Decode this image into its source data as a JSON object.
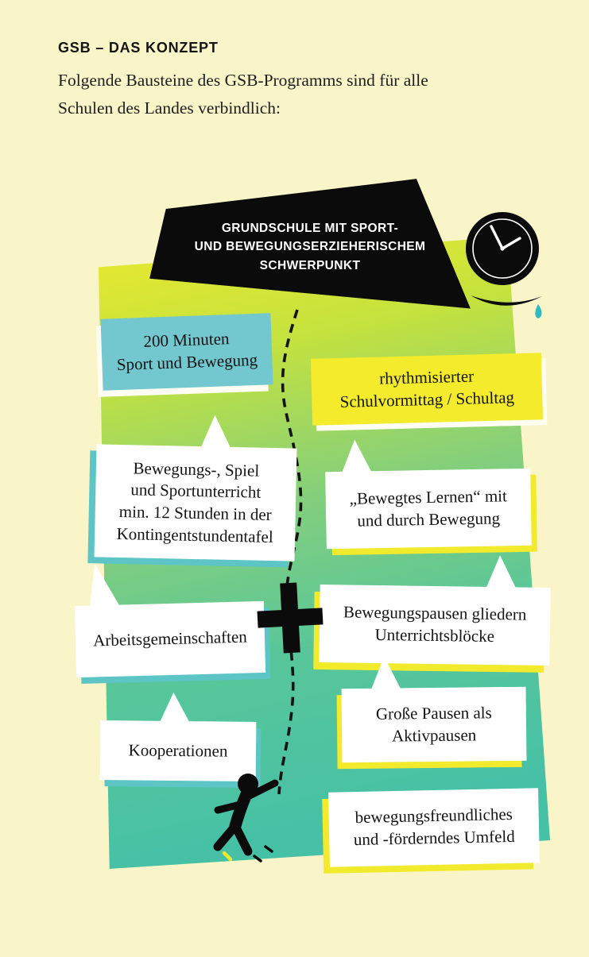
{
  "header": {
    "title": "GSB – DAS KONZEPT",
    "subtitle": "Folgende Bausteine des GSB-Programms sind für alle\nSchulen des Landes verbindlich:"
  },
  "banner": {
    "text": "GRUNDSCHULE MIT SPORT-\nUND BEWEGUNGSERZIEHERISCHEM\nSCHWERPUNKT"
  },
  "cards": [
    {
      "label": "200 Minuten\nSport und Bewegung",
      "variant": "teal",
      "side": "left"
    },
    {
      "label": "rhythmisierter\nSchulvormittag / Schultag",
      "variant": "yellow",
      "side": "right"
    },
    {
      "label": "Bewegungs-, Spiel\nund Sportunterricht\nmin. 12 Stunden in der\nKontingentstundentafel",
      "variant": "white-teal",
      "side": "left"
    },
    {
      "label": "„Bewegtes Lernen“ mit\nund durch Bewegung",
      "variant": "white-yellow",
      "side": "right"
    },
    {
      "label": "Bewegungspausen gliedern\nUnterrichtsblöcke",
      "variant": "white-yellow",
      "side": "right"
    },
    {
      "label": "Arbeitsgemeinschaften",
      "variant": "white-teal",
      "side": "left"
    },
    {
      "label": "Große Pausen als\nAktivpausen",
      "variant": "white-yellow",
      "side": "right"
    },
    {
      "label": "Kooperationen",
      "variant": "white-teal",
      "side": "left"
    },
    {
      "label": "bewegungsfreundliches\nund -förderndes Umfeld",
      "variant": "white-yellow",
      "side": "right"
    }
  ],
  "icons": {
    "clock": "clock-icon",
    "plus": "plus-icon",
    "person": "running-child-icon"
  },
  "colors": {
    "background": "#FAF5C8",
    "banner_black": "#0B0B0B",
    "teal_card": "#73C7CE",
    "yellow_card": "#F3EB2B",
    "teal_shadow": "#5EC5C7",
    "yellow_shadow": "#F2EA2C",
    "gradient_top": "#E9E92E",
    "gradient_bottom": "#47C1A5",
    "text_dark": "#141414"
  }
}
